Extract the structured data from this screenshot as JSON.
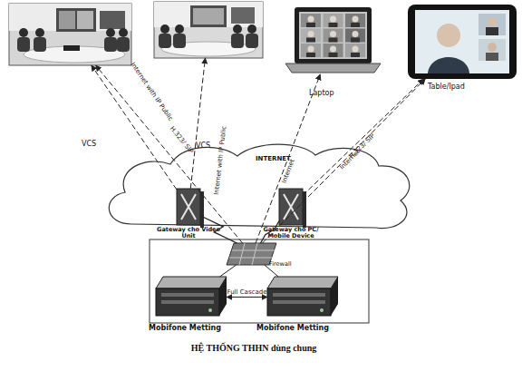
{
  "diagram": {
    "caption": "HỆ THỐNG THHN dùng chung",
    "nodes": [
      {
        "text": [
          "VCS"
        ]
      },
      {
        "text": [
          "VCS"
        ]
      },
      {
        "text": [
          "Laptop"
        ]
      },
      {
        "text": [
          "Table/Ipad"
        ]
      },
      {
        "text": [
          "INTERNET"
        ]
      },
      {
        "text": [
          "Gateway cho Video Unit"
        ],
        "in": 4
      },
      {
        "text": [
          "Gateway cho PC/ Mobile Device"
        ],
        "in": 4
      },
      {
        "text": [
          "Firewall"
        ]
      },
      {
        "text": [
          "Mobifone Metting"
        ]
      },
      {
        "text": [
          "Mobifone Metting"
        ]
      }
    ],
    "edges": [
      {
        "from": 5,
        "to": 0,
        "arrow": "to",
        "label": "Internet with IP Public"
      },
      {
        "from": 7,
        "to": 0,
        "arrow": "to",
        "label": "H.323/ SIP"
      },
      {
        "from": 5,
        "to": 1,
        "arrow": "to",
        "label": "Internet with IP Public"
      },
      {
        "from": 7,
        "to": 2,
        "arrow": "to",
        "label": "Internet"
      },
      {
        "from": 6,
        "to": 3,
        "arrow": "to",
        "label": "H.323/ SIP"
      },
      {
        "from": 7,
        "to": 3,
        "arrow": "to",
        "label": "Internet"
      },
      {
        "from": 5,
        "to": 7,
        "arrow": "none"
      },
      {
        "from": 6,
        "to": 7,
        "arrow": "none"
      },
      {
        "from": 7,
        "to": 8,
        "arrow": "none"
      },
      {
        "from": 7,
        "to": 9,
        "arrow": "none"
      },
      {
        "from": 9,
        "to": 8,
        "arrow": "both",
        "label": "Full Cascade"
      }
    ]
  }
}
